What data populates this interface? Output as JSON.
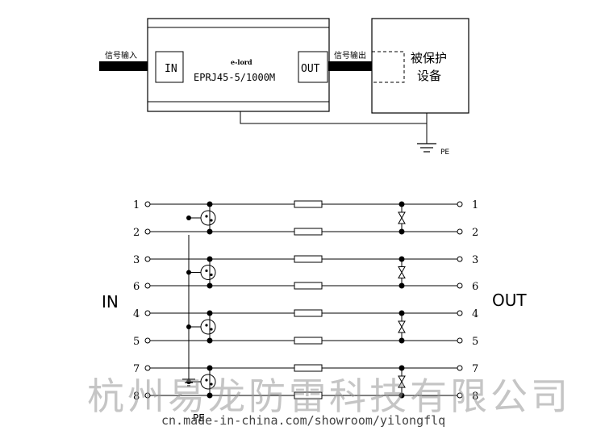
{
  "block_diagram": {
    "signal_in_label": "信号输入",
    "signal_out_label": "信号输出",
    "in_port": "IN",
    "out_port": "OUT",
    "brand": "e-lord",
    "model": "EPRJ45-5/1000M",
    "protected_device_line1": "被保护",
    "protected_device_line2": "设备",
    "ground_label": "PE"
  },
  "schematic": {
    "in_side": "IN",
    "out_side": "OUT",
    "pins_left": [
      "1",
      "2",
      "3",
      "6",
      "4",
      "5",
      "7",
      "8"
    ],
    "pins_right": [
      "1",
      "2",
      "3",
      "6",
      "4",
      "5",
      "7",
      "8"
    ],
    "ground_label": "PE"
  },
  "watermark": {
    "company": "杭州易龙防雷科技有限公司",
    "url": "cn.made-in-china.com/showroom/yilongflq"
  }
}
